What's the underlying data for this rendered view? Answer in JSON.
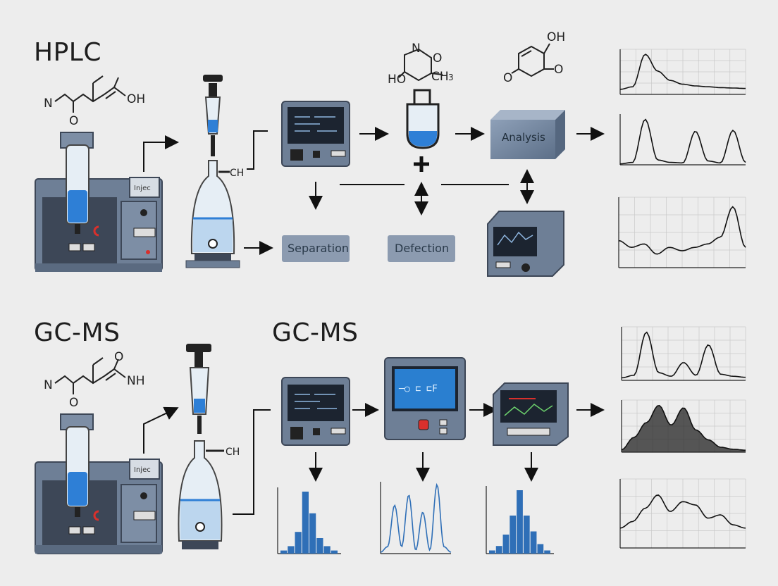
{
  "sections": {
    "hplc_title": "HPLC",
    "gcms_title": "GC-MS",
    "gcms_title_2": "GC-MS"
  },
  "molecules": {
    "hplc_n": "N",
    "hplc_o": "O",
    "hplc_oh": "OH",
    "gcms_n": "N",
    "gcms_o1": "O",
    "gcms_o2": "O",
    "gcms_nh": "NH",
    "ring_n": "N",
    "ring_o": "O",
    "ring_ho": "HO",
    "ring_ch3": "CH",
    "ring_ch3_sub": "3",
    "quinone_oh": "OH",
    "quinone_o1": "O",
    "quinone_o2": "O"
  },
  "labels": {
    "inject_hplc": "Injec",
    "inject_gcms": "Injec",
    "valve_hplc": "CH",
    "valve_gcms": "CH",
    "separation": "Separation",
    "detection": "Defection",
    "analysis": "Analysis",
    "gcms_screen": "─○ ⊏ ⊏F"
  },
  "colors": {
    "background": "#ededed",
    "instrument": "#6e7f96",
    "instrument_dark": "#3d4757",
    "liquid_blue": "#2e7fd6",
    "pill": "#8c9bb0",
    "box_face": "#6f849f",
    "accent_red": "#d9302c",
    "chart_line": "#111111",
    "bar_blue": "#2f6fb7"
  },
  "icons": [
    "syringe-icon",
    "flask-icon",
    "hplc-machine-icon",
    "monitor-icon",
    "analyzer-icon",
    "plus-icon",
    "arrow-icon"
  ],
  "chart_data": [
    {
      "type": "line",
      "x": [
        0,
        1,
        2,
        3,
        4,
        5,
        6,
        7,
        8,
        9,
        10
      ],
      "series": [
        {
          "values": [
            0.12,
            0.18,
            0.95,
            0.55,
            0.33,
            0.24,
            0.2,
            0.18,
            0.16,
            0.15,
            0.14
          ]
        }
      ]
    },
    {
      "type": "line",
      "x": [
        0,
        1,
        2,
        3,
        4,
        5,
        6,
        7,
        8,
        9,
        10
      ],
      "series": [
        {
          "values": [
            0.02,
            0.05,
            0.95,
            0.1,
            0.05,
            0.04,
            0.7,
            0.08,
            0.04,
            0.72,
            0.05
          ]
        }
      ]
    },
    {
      "type": "line",
      "x": [
        0,
        1,
        2,
        3,
        4,
        5,
        6,
        7,
        8,
        9,
        10
      ],
      "series": [
        {
          "values": [
            0.4,
            0.3,
            0.35,
            0.2,
            0.3,
            0.25,
            0.3,
            0.35,
            0.45,
            0.9,
            0.3
          ]
        }
      ]
    },
    {
      "type": "line",
      "x": [
        0,
        1,
        2,
        3,
        4,
        5,
        6,
        7,
        8,
        9,
        10
      ],
      "series": [
        {
          "values": [
            0.05,
            0.1,
            0.95,
            0.15,
            0.08,
            0.35,
            0.1,
            0.7,
            0.12,
            0.08,
            0.06
          ]
        }
      ]
    },
    {
      "type": "area",
      "x": [
        0,
        1,
        2,
        3,
        4,
        5,
        6,
        7,
        8,
        9,
        10
      ],
      "series": [
        {
          "values": [
            0.05,
            0.3,
            0.6,
            0.95,
            0.55,
            0.9,
            0.45,
            0.25,
            0.1,
            0.06,
            0.04
          ]
        }
      ]
    },
    {
      "type": "line",
      "x": [
        0,
        1,
        2,
        3,
        4,
        5,
        6,
        7,
        8,
        9,
        10
      ],
      "series": [
        {
          "values": [
            0.3,
            0.4,
            0.6,
            0.8,
            0.55,
            0.7,
            0.65,
            0.45,
            0.5,
            0.35,
            0.3
          ]
        }
      ]
    },
    {
      "type": "bar",
      "categories": [
        "1",
        "2",
        "3",
        "4",
        "5",
        "6",
        "7",
        "8"
      ],
      "values": [
        0.05,
        0.12,
        0.35,
        1.0,
        0.65,
        0.25,
        0.12,
        0.05
      ]
    },
    {
      "type": "line",
      "x": [
        0,
        1,
        2,
        3,
        4,
        5,
        6,
        7,
        8,
        9,
        10
      ],
      "series": [
        {
          "values": [
            0.02,
            0.1,
            0.7,
            0.1,
            0.85,
            0.05,
            0.6,
            0.05,
            1.0,
            0.1,
            0.02
          ]
        }
      ]
    },
    {
      "type": "bar",
      "categories": [
        "1",
        "2",
        "3",
        "4",
        "5",
        "6",
        "7",
        "8",
        "9"
      ],
      "values": [
        0.05,
        0.12,
        0.3,
        0.6,
        1.0,
        0.6,
        0.35,
        0.15,
        0.05
      ]
    }
  ]
}
